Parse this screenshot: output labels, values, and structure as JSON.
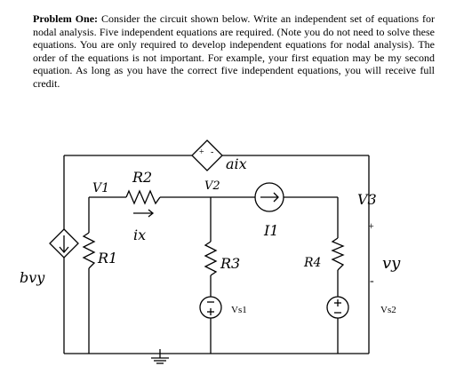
{
  "problem": {
    "heading": "Problem One:",
    "body": "Consider the circuit shown below. Write an independent set of equations for nodal analysis. Five independent equations are required. (Note you do not need to solve these equations. You are only required to develop independent equations for nodal analysis). The order of the equations is not important. For example, your first equation may be my second equation. As long as you have the correct five independent equations, you will receive full credit."
  },
  "circuit": {
    "labels": {
      "a_ix": "aix",
      "r2": "R2",
      "v2": "V2",
      "v1": "V1",
      "v3": "V3",
      "ix": "ix",
      "i1": "I1",
      "r1": "R1",
      "r3": "R3",
      "r4": "R4",
      "b_vy": "bvy",
      "vy": "vy",
      "vs1": "Vs1",
      "vs2": "Vs2",
      "plus": "+",
      "minus": "-"
    }
  }
}
